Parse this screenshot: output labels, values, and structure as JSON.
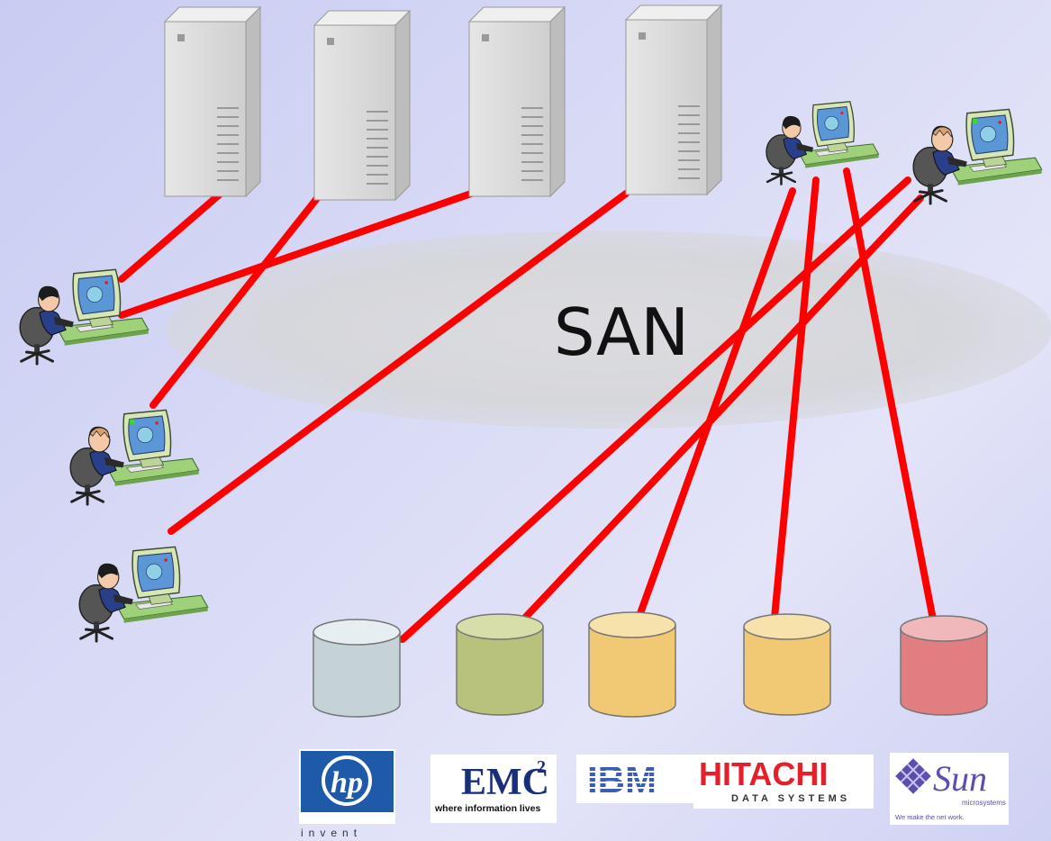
{
  "san_label": "SAN",
  "servers": [
    {
      "name": "server-1"
    },
    {
      "name": "server-2"
    },
    {
      "name": "server-3"
    },
    {
      "name": "server-4"
    }
  ],
  "workstations": [
    {
      "name": "workstation-left-1",
      "variant": "dark-hair"
    },
    {
      "name": "workstation-left-2",
      "variant": "light-hair"
    },
    {
      "name": "workstation-left-3",
      "variant": "dark-hair"
    },
    {
      "name": "workstation-right-1",
      "variant": "dark-hair"
    },
    {
      "name": "workstation-right-2",
      "variant": "light-hair"
    }
  ],
  "storage": [
    {
      "name": "storage-hp",
      "color": "#c5d2d8"
    },
    {
      "name": "storage-emc",
      "color": "#b9c27c"
    },
    {
      "name": "storage-ibm",
      "color": "#f1c874"
    },
    {
      "name": "storage-hitachi",
      "color": "#f1c874"
    },
    {
      "name": "storage-sun",
      "color": "#e07e82"
    }
  ],
  "vendors": {
    "hp": {
      "mark": "hp",
      "tagline": "invent"
    },
    "emc": {
      "name": "EMC",
      "sup": "2",
      "tagline": "where information lives"
    },
    "ibm": {
      "name": "IBM"
    },
    "hitachi": {
      "name": "HITACHI",
      "tagline": "DATA SYSTEMS"
    },
    "sun": {
      "name": "Sun",
      "sub": "microsystems",
      "tagline": "We make the net work."
    }
  },
  "colors": {
    "link": "#ff0000",
    "san_cloud": "#d6d7dc",
    "server": "#d9d9d9",
    "hp_blue": "#1e5aa8",
    "emc_blue": "#1a2f7a",
    "ibm_blue": "#3a5fb0",
    "hitachi_red": "#e4202a",
    "sun_purple": "#5a4fb0"
  }
}
